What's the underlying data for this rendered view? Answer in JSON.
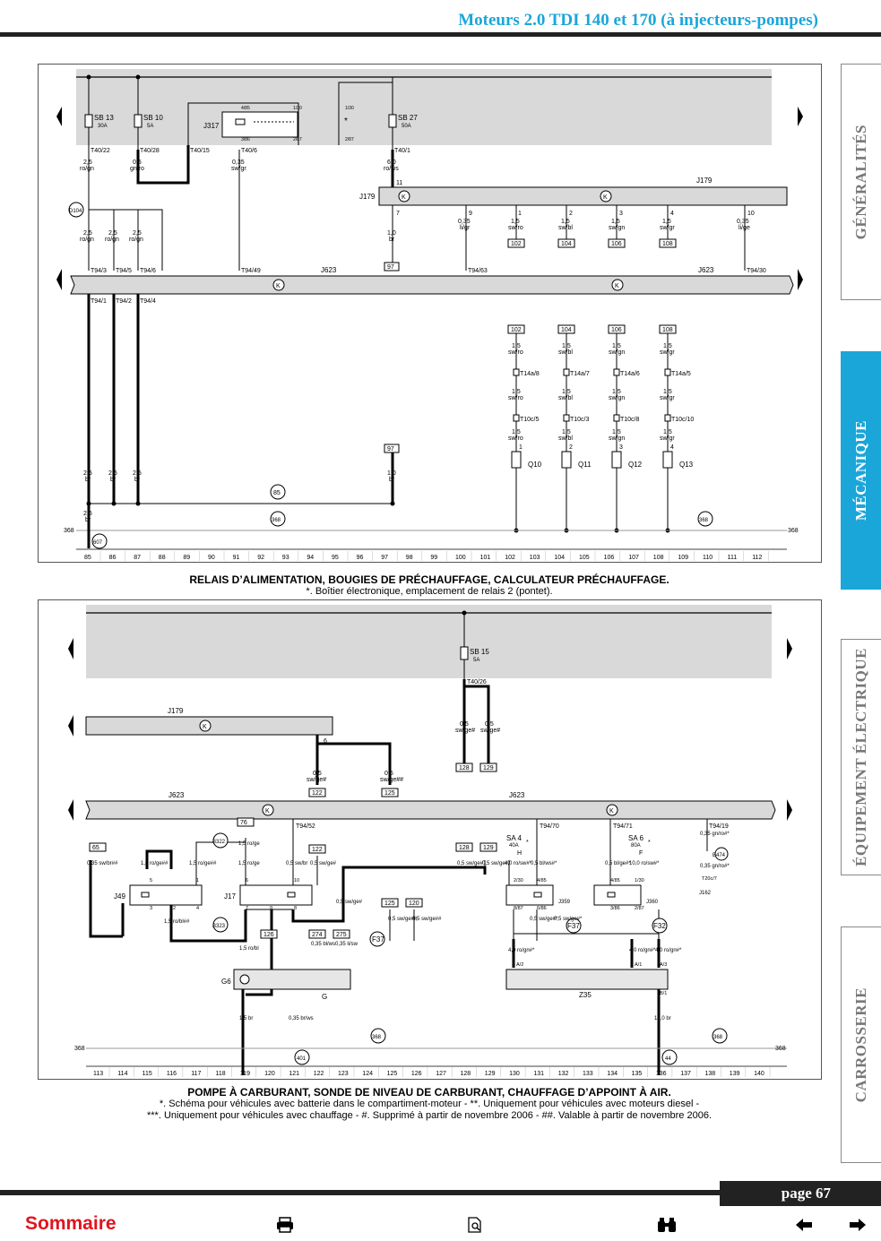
{
  "header": {
    "title": "Moteurs 2.0 TDI 140 et 170 (à injecteurs-pompes)"
  },
  "side_tabs": [
    {
      "label": "GÉNÉRALITÉS",
      "active": false
    },
    {
      "label": "MÉCANIQUE",
      "active": true
    },
    {
      "label": "ÉQUIPEMENT ÉLECTRIQUE",
      "active": false
    },
    {
      "label": "CARROSSERIE",
      "active": false
    }
  ],
  "diagram1": {
    "caption_title": "RELAIS D’ALIMENTATION, BOUGIES DE PRÉCHAUFFAGE, CALCULATEUR PRÉCHAUFFAGE.",
    "caption_note": "*. Boîtier électronique, emplacement de relais 2 (pontet).",
    "fuses": [
      {
        "name": "SB 13",
        "rating": "30A"
      },
      {
        "name": "SB 10",
        "rating": "5A"
      },
      {
        "name": "SB 27",
        "rating": "50A"
      }
    ],
    "fuse_connectors": [
      "T40/22",
      "T40/28",
      "T40/15",
      "T40/6",
      "T40/1"
    ],
    "top_wires": [
      {
        "section": "2,5",
        "color": "ro/gn"
      },
      {
        "section": "0,5",
        "color": "gn/ro"
      },
      {
        "section": "0,35",
        "color": "sw/gr"
      },
      {
        "section": "6,0",
        "color": "ro/ws"
      }
    ],
    "relay": {
      "name": "J317",
      "pins": [
        "4/85",
        "1/30",
        "3/86",
        "2/87"
      ],
      "pins2": [
        "1/30",
        "2/87"
      ]
    },
    "unit_j179": {
      "name": "J179",
      "label_left": "J179",
      "pins": [
        "11",
        "7",
        "9",
        "1",
        "2",
        "3",
        "4",
        "10"
      ]
    },
    "j179_wires": [
      {
        "section": "1,0",
        "color": "br",
        "ref": "97"
      },
      {
        "section": "0,35",
        "color": "li/gr"
      },
      {
        "section": "1,5",
        "color": "sw/ro",
        "ref": "102"
      },
      {
        "section": "1,5",
        "color": "sw/bl",
        "ref": "104"
      },
      {
        "section": "1,5",
        "color": "sw/gn",
        "ref": "106"
      },
      {
        "section": "1,5",
        "color": "sw/gr",
        "ref": "108"
      },
      {
        "section": "0,35",
        "color": "li/ge"
      }
    ],
    "d104": "D104",
    "left_wires": [
      {
        "section": "2,5",
        "color": "ro/gn"
      },
      {
        "section": "2,5",
        "color": "ro/gn"
      },
      {
        "section": "2,5",
        "color": "ro/gn"
      }
    ],
    "ecu_j623": {
      "name": "J623",
      "pins_top": [
        "T94/3",
        "T94/5",
        "T94/6",
        "T94/49",
        "T94/63",
        "T94/30"
      ],
      "pins_bottom": [
        "T94/1",
        "T94/2",
        "T94/4"
      ]
    },
    "glow_plugs": [
      {
        "ref": "102",
        "section": "1,5",
        "color": "sw/ro",
        "conn1": "T14a/8",
        "conn2": "T10c/5",
        "pin": "1",
        "name": "Q10"
      },
      {
        "ref": "104",
        "section": "1,5",
        "color": "sw/bl",
        "conn1": "T14a/7",
        "conn2": "T10c/3",
        "pin": "2",
        "name": "Q11"
      },
      {
        "ref": "106",
        "section": "1,5",
        "color": "sw/gn",
        "conn1": "T14a/6",
        "conn2": "T10c/8",
        "pin": "3",
        "name": "Q12"
      },
      {
        "ref": "108",
        "section": "1,5",
        "color": "sw/gr",
        "conn1": "T14a/5",
        "conn2": "T10c/10",
        "pin": "4",
        "name": "Q13"
      }
    ],
    "ground_wires": [
      {
        "section": "2,5",
        "color": "br"
      },
      {
        "section": "2,5",
        "color": "br"
      },
      {
        "section": "2,5",
        "color": "br"
      },
      {
        "section": "1,0",
        "color": "br",
        "ref": "97"
      },
      {
        "section": "2,5",
        "color": "br"
      }
    ],
    "ground_points": [
      "85",
      "368",
      "368",
      "607"
    ],
    "ground_bus": "368",
    "star": "*",
    "k": "K",
    "grid": [
      "85",
      "86",
      "87",
      "88",
      "89",
      "90",
      "91",
      "92",
      "93",
      "94",
      "95",
      "96",
      "97",
      "98",
      "99",
      "100",
      "101",
      "102",
      "103",
      "104",
      "105",
      "106",
      "107",
      "108",
      "109",
      "110",
      "111",
      "112"
    ]
  },
  "diagram2": {
    "caption_title": "POMPE À CARBURANT, SONDE DE NIVEAU DE CARBURANT, CHAUFFAGE D’APPOINT À AIR.",
    "caption_note1": "*. Schéma pour véhicules avec batterie dans le compartiment-moteur - **. Uniquement pour véhicules avec moteurs diesel -",
    "caption_note2": "***. Uniquement pour véhicules avec chauffage - #. Supprimé à partir de novembre 2006 - ##. Valable à partir de novembre 2006.",
    "fuse": {
      "name": "SB 15",
      "rating": "5A",
      "connector": "T40/26"
    },
    "fuse_wires": [
      {
        "section": "0,5",
        "color": "sw/ge#",
        "ref": "128"
      },
      {
        "section": "0,5",
        "color": "sw/ge#",
        "ref": "129"
      }
    ],
    "j179": {
      "name": "J179",
      "pin": "6"
    },
    "j179_wires": [
      {
        "section": "0,5",
        "color": "sw/ge#",
        "ref": "122"
      },
      {
        "section": "0,5",
        "color": "sw/ge##",
        "ref": "125"
      }
    ],
    "ecu_j623": {
      "name": "J623",
      "pins": [
        "T94/52",
        "T94/70",
        "T94/71",
        "T94/19"
      ]
    },
    "refs": [
      "65",
      "76",
      "122",
      "128",
      "129",
      "125",
      "120",
      "126",
      "274",
      "275"
    ],
    "components": [
      "J49",
      "J17",
      "J359",
      "J360",
      "J162",
      "G6",
      "G",
      "Z35",
      "B322",
      "B323",
      "B474",
      "SA4",
      "SA6",
      "F37",
      "F32"
    ],
    "sa4": {
      "name": "SA 4",
      "rating": "40A",
      "star": "*",
      "pin": "H"
    },
    "sa6": {
      "name": "SA 6",
      "rating": "80A",
      "star": "*",
      "pin": "F"
    },
    "wire_labels": [
      "0,35 sw/br##",
      "1,5 ro/ge##",
      "1,5 ro/ge##",
      "1,5 ro/ge",
      "1,5 ro/ge",
      "0,5 sw/br",
      "0,5 sw/ge#",
      "0,5 sw/ge#",
      "0,5 sw/ge#",
      "4,0 ro/sw#*",
      "0,5 bl/ws#*",
      "0,5 bl/ge#*",
      "10,0 ro/sw#*",
      "0,35 gn/ro#*",
      "0,35 gn/ro#*",
      "1,5 ro/bl##",
      "0,5 sw/ge#",
      "0,5 sw/ge#*",
      "0,5 sw/ge#*",
      "0,5 sw/ge##",
      "0,5 sw/ge##",
      "1,5 ro/bl",
      "0,35 bl/ws",
      "0,35 li/sw",
      "4,0 ro/gn#*",
      "4,0 ro/gn#*",
      "4,0 ro/gn#*",
      "1,5 br",
      "0,35 br/ws",
      "10,0 br"
    ],
    "pins": [
      "5",
      "3",
      "2",
      "1",
      "4",
      "6",
      "7",
      "9",
      "10",
      "8",
      "2/30",
      "4/85",
      "8/87",
      "6/86",
      "4/85",
      "1/30",
      "3/86",
      "2/87",
      "A/2",
      "A/1",
      "A/3",
      "B/1",
      "T20c/7"
    ],
    "ground_points": [
      "401",
      "368",
      "44",
      "368"
    ],
    "ground_bus": "368",
    "k": "K",
    "grid": [
      "113",
      "114",
      "115",
      "116",
      "117",
      "118",
      "119",
      "120",
      "121",
      "122",
      "123",
      "124",
      "125",
      "126",
      "127",
      "128",
      "129",
      "130",
      "131",
      "132",
      "133",
      "134",
      "135",
      "136",
      "137",
      "138",
      "139",
      "140"
    ]
  },
  "footer": {
    "page": "page 67",
    "sommaire": "Sommaire"
  },
  "footer_icons": [
    "print-icon",
    "document-icon",
    "search-binoculars-icon",
    "arrow-left-icon",
    "arrow-right-icon"
  ]
}
